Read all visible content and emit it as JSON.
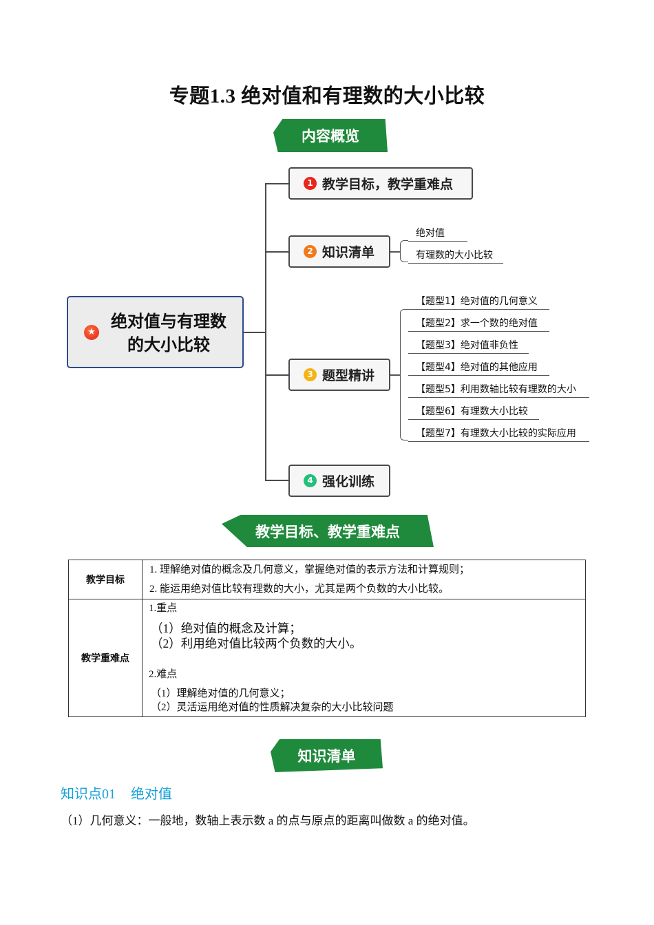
{
  "document": {
    "title": "专题1.3 绝对值和有理数的大小比较"
  },
  "banners": {
    "overview": "内容概览",
    "goals": "教学目标、教学重难点",
    "knowledge": "知识清单"
  },
  "mindmap": {
    "root": {
      "label_line1": "绝对值与有理数",
      "label_line2": "的大小比较",
      "icon": "star-icon"
    },
    "branches": [
      {
        "number": "1",
        "label": "教学目标，教学重难点",
        "color": "#e8261c",
        "children": []
      },
      {
        "number": "2",
        "label": "知识清单",
        "color": "#f07a1c",
        "children": [
          "绝对值",
          "有理数的大小比较"
        ]
      },
      {
        "number": "3",
        "label": "题型精讲",
        "color": "#f5b316",
        "children": [
          "【题型1】绝对值的几何意义",
          "【题型2】求一个数的绝对值",
          "【题型3】绝对值非负性",
          "【题型4】绝对值的其他应用",
          "【题型5】利用数轴比较有理数的大小",
          "【题型6】有理数大小比较",
          "【题型7】有理数大小比较的实际应用"
        ]
      },
      {
        "number": "4",
        "label": "强化训练",
        "color": "#22c07a",
        "children": []
      }
    ]
  },
  "goals_table": {
    "rows": [
      {
        "header": "教学目标",
        "lines": [
          "1.  理解绝对值的概念及几何意义，掌握绝对值的表示方法和计算规则；",
          "2.  能运用绝对值比较有理数的大小，尤其是两个负数的大小比较。"
        ]
      },
      {
        "header": "教学重难点",
        "key_title": "1.重点",
        "key_points": [
          "（1）绝对值的概念及计算；",
          "（2）利用绝对值比较两个负数的大小。"
        ],
        "difficult_title": "2.难点",
        "difficult_points": [
          "（1）理解绝对值的几何意义；",
          "（2）灵活运用绝对值的性质解决复杂的大小比较问题"
        ]
      }
    ]
  },
  "knowledge": {
    "point_label": "知识点01",
    "point_title": "绝对值",
    "paragraph": "（1）几何意义：一般地，数轴上表示数 a 的点与原点的距离叫做数 a 的绝对值。"
  }
}
